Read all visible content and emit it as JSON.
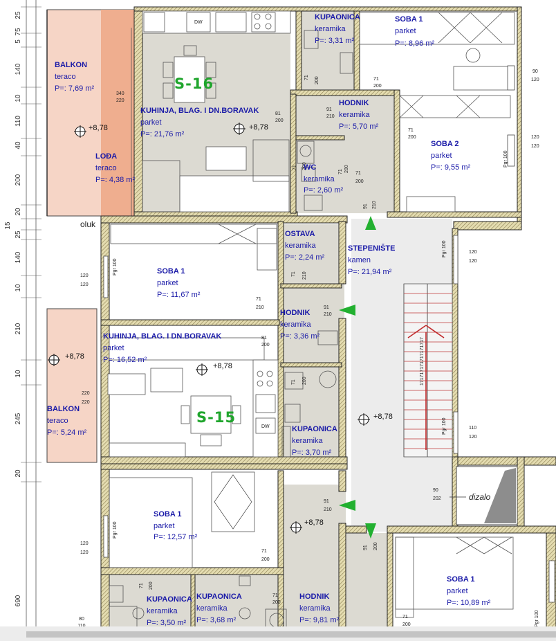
{
  "colors": {
    "label": "#1a1aa8",
    "unit_code": "#1fa52c",
    "balcony_fill": "#f6d5c6",
    "loggia_fill": "#efae8f",
    "stair_fill": "#ececec",
    "floor_fill": "#dcdad2",
    "arrow": "#22b030",
    "stair_arrow": "#c0282a"
  },
  "units": [
    {
      "code": "S-16"
    },
    {
      "code": "S-15"
    }
  ],
  "rooms": [
    {
      "id": "balkon-top",
      "name": "BALKON",
      "floor": "teraco",
      "area": "P=: 7,69 m²"
    },
    {
      "id": "lodja",
      "name": "LOĐA",
      "floor": "teraco",
      "area": "P=: 4,38 m²"
    },
    {
      "id": "kuhinja-16",
      "name": "KUHINJA, BLAG. I DN.BORAVAK",
      "floor": "parket",
      "area": "P=: 21,76 m²"
    },
    {
      "id": "kupaonica-top",
      "name": "KUPAONICA",
      "floor": "keramika",
      "area": "P=: 3,31 m²"
    },
    {
      "id": "soba1-top",
      "name": "SOBA 1",
      "floor": "parket",
      "area": "P=: 8,96 m²"
    },
    {
      "id": "hodnik-top",
      "name": "HODNIK",
      "floor": "keramika",
      "area": "P=: 5,70 m²"
    },
    {
      "id": "soba2-top",
      "name": "SOBA 2",
      "floor": "parket",
      "area": "P=: 9,55 m²"
    },
    {
      "id": "wc-top",
      "name": "WC",
      "floor": "keramika",
      "area": "P=: 2,60 m²"
    },
    {
      "id": "ostava",
      "name": "OSTAVA",
      "floor": "keramika",
      "area": "P=: 2,24 m²"
    },
    {
      "id": "stepeniste",
      "name": "STEPENIŠTE",
      "floor": "kamen",
      "area": "P=: 21,94 m²"
    },
    {
      "id": "soba1-mid",
      "name": "SOBA 1",
      "floor": "parket",
      "area": "P=: 11,67 m²"
    },
    {
      "id": "hodnik-mid",
      "name": "HODNIK",
      "floor": "keramika",
      "area": "P=: 3,36 m²"
    },
    {
      "id": "kuhinja-15",
      "name": "KUHINJA, BLAG. I DN.BORAVAK",
      "floor": "parket",
      "area": "P=: 16,52 m²"
    },
    {
      "id": "balkon-mid",
      "name": "BALKON",
      "floor": "teraco",
      "area": "P=: 5,24 m²"
    },
    {
      "id": "kupaonica-mid",
      "name": "KUPAONICA",
      "floor": "keramika",
      "area": "P=: 3,70 m²"
    },
    {
      "id": "soba1-low",
      "name": "SOBA 1",
      "floor": "parket",
      "area": "P=: 12,57 m²"
    },
    {
      "id": "kupaonica-low1",
      "name": "KUPAONICA",
      "floor": "keramika",
      "area": "P=: 3,50 m²"
    },
    {
      "id": "kupaonica-low2",
      "name": "KUPAONICA",
      "floor": "keramika",
      "area": "P=: 3,68 m²"
    },
    {
      "id": "hodnik-low",
      "name": "HODNIK",
      "floor": "keramika",
      "area": "P=: 9,81 m²"
    },
    {
      "id": "soba1-right",
      "name": "SOBA 1",
      "floor": "parket",
      "area": "P=: 10,89 m²"
    }
  ],
  "elevations": [
    "+8,78",
    "+8,78",
    "+8,78",
    "+8,78",
    "+8,78",
    "+8,78"
  ],
  "misc": {
    "oluk": "oluk",
    "dizalo": "dizalo",
    "dw": "DW",
    "stair_ticks": "171717171717171717"
  },
  "left_dims": [
    "25",
    "75",
    "5",
    "140",
    "10",
    "110",
    "40",
    "200",
    "20",
    "15",
    "25",
    "140",
    "10",
    "210",
    "10",
    "245",
    "20",
    "690"
  ],
  "door_labels": [
    {
      "w": "340",
      "h": "220"
    },
    {
      "w": "81",
      "h": "200"
    },
    {
      "w": "71",
      "h": "200"
    },
    {
      "w": "71",
      "h": "200"
    },
    {
      "w": "71",
      "h": "200"
    },
    {
      "w": "71",
      "h": "200"
    },
    {
      "w": "91",
      "h": "210"
    },
    {
      "w": "90",
      "h": "120"
    },
    {
      "w": "120",
      "h": "120"
    },
    {
      "w": "120",
      "h": "120"
    },
    {
      "w": "120",
      "h": "120"
    },
    {
      "w": "71",
      "h": "210"
    },
    {
      "w": "91",
      "h": "210"
    },
    {
      "w": "81",
      "h": "200"
    },
    {
      "w": "71",
      "h": "200"
    },
    {
      "w": "71",
      "h": "210"
    },
    {
      "w": "220",
      "h": "220"
    },
    {
      "w": "110",
      "h": "120"
    },
    {
      "w": "90",
      "h": "202"
    },
    {
      "w": "91",
      "h": "210"
    },
    {
      "w": "120",
      "h": "120"
    },
    {
      "w": "71",
      "h": "200"
    },
    {
      "w": "71",
      "h": "200"
    },
    {
      "w": "71",
      "h": "200"
    },
    {
      "w": "91",
      "h": "200"
    },
    {
      "w": "71",
      "h": "200"
    },
    {
      "w": "71",
      "h": "200"
    },
    {
      "w": "91",
      "h": "210"
    },
    {
      "w": "71",
      "h": "200"
    }
  ],
  "parapet_labels": [
    "Pgr 100",
    "Pgr 100",
    "Pgr 100",
    "Pgr 100",
    "Pgr 100",
    "Pgr 100"
  ],
  "partial_labels": [
    "80",
    "110"
  ]
}
